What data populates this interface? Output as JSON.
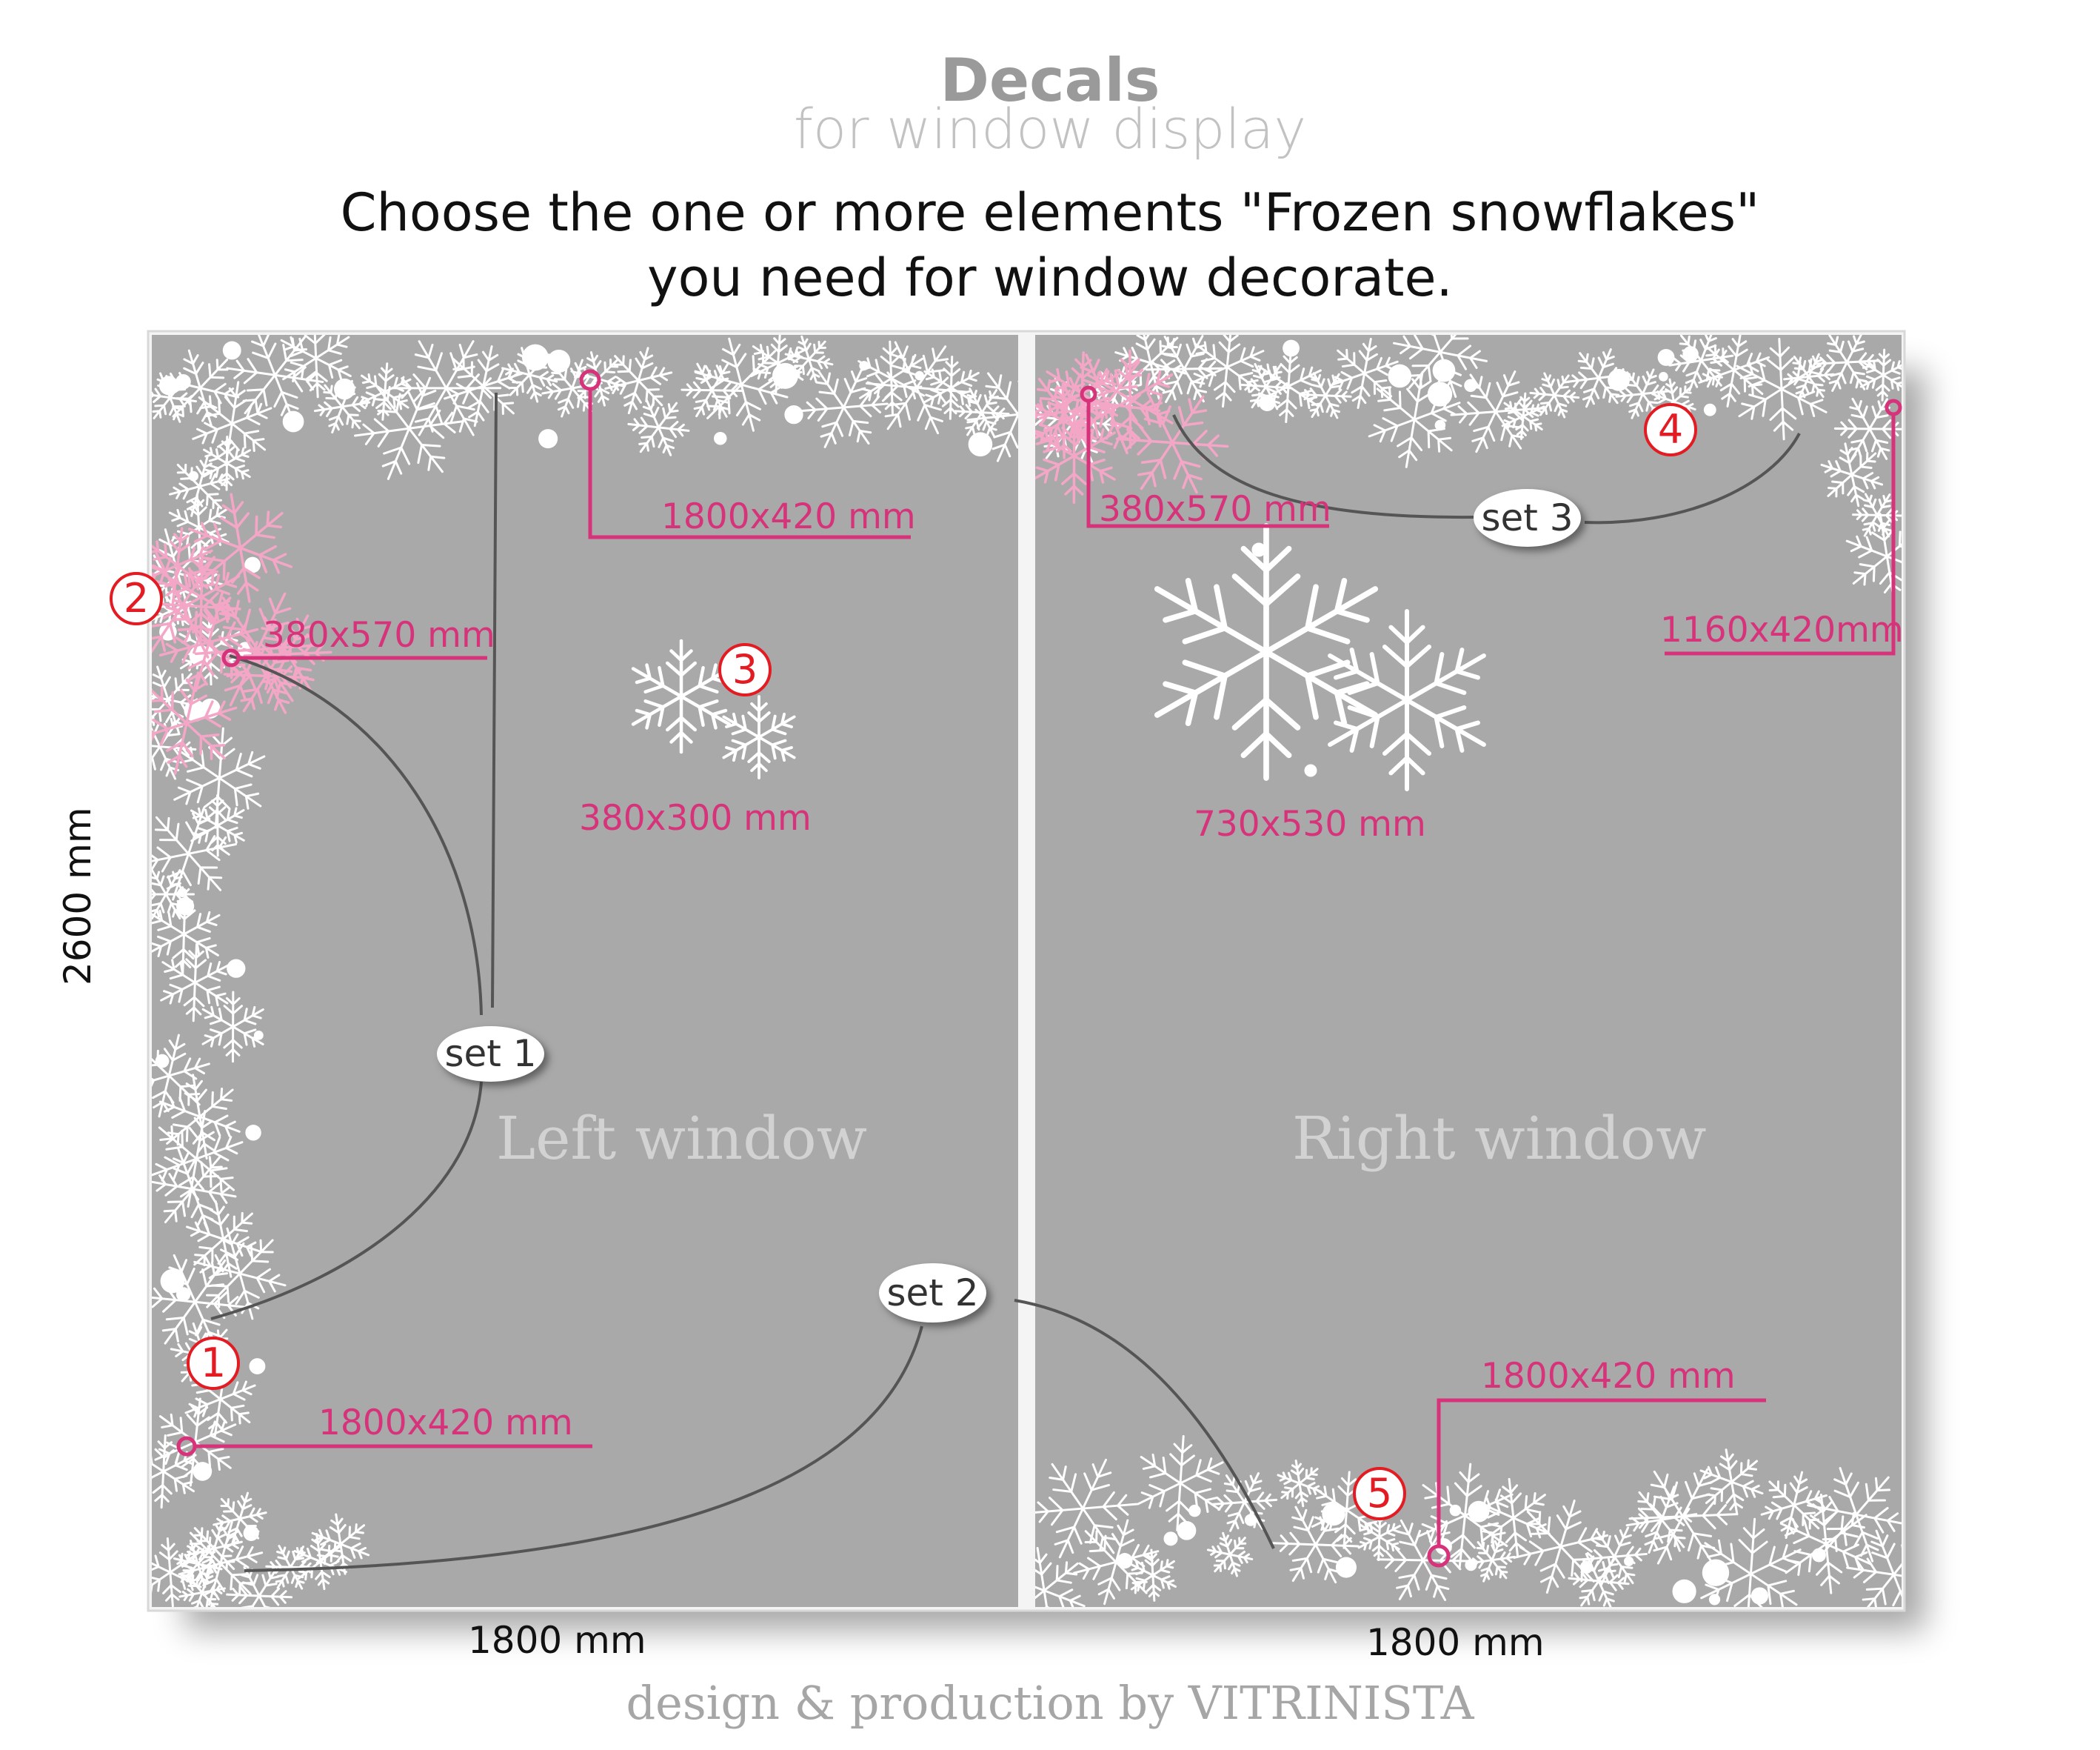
{
  "header": {
    "title": "Decals",
    "subtitle": "for window display",
    "instruction_line1": "Choose the one or more elements \"Frozen snowflakes\"",
    "instruction_line2": "you need for window decorate."
  },
  "windows": {
    "left_label": "Left window",
    "right_label": "Right window",
    "height_label": "2600 mm",
    "left_width_label": "1800 mm",
    "right_width_label": "1800 mm"
  },
  "sets": {
    "set1": "set 1",
    "set2": "set 2",
    "set3": "set 3"
  },
  "elements": {
    "e1": {
      "number": "1",
      "size": "1800x420 mm"
    },
    "e2": {
      "number": "2",
      "size": "380x570 mm"
    },
    "e3": {
      "number": "3",
      "size": "380x300 mm"
    },
    "e4": {
      "number": "4",
      "size": "1160x420mm"
    },
    "e5": {
      "number": "5",
      "size": "1800x420 mm"
    },
    "top_left_border_size": "1800x420 mm",
    "right_corner_size": "380x570 mm",
    "big_snowflake_size": "730x530 mm"
  },
  "footer": "design & production by VITRINISTA",
  "colors": {
    "window_bg": "#a9a9a9",
    "accent_pink": "#d6337a",
    "badge_red": "#e31b23",
    "snow_white": "#ffffff",
    "snow_pink": "#f4a6c6"
  }
}
